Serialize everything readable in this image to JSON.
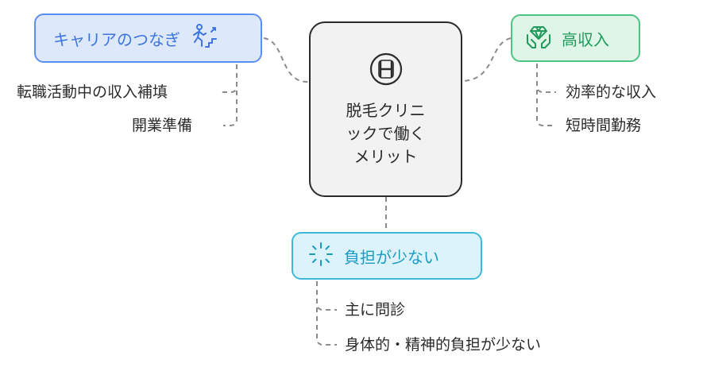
{
  "center": {
    "text": "脱毛クリニ\nックで働く\nメリット",
    "icon": "hospital-h-icon"
  },
  "career": {
    "label": "キャリアのつなぎ",
    "icon": "career-step-icon",
    "items": [
      "転職活動中の収入補填",
      "開業準備"
    ]
  },
  "income": {
    "label": "高収入",
    "icon": "diamond-hands-icon",
    "items": [
      "効率的な収入",
      "短時間勤務"
    ]
  },
  "burden": {
    "label": "負担が少ない",
    "icon": "sparkle-icon",
    "items": [
      "主に問診",
      "身体的・精神的負担が少ない"
    ]
  },
  "colors": {
    "career": "#5a8ef0",
    "income": "#4cc584",
    "burden": "#3cb9dc",
    "center": "#2b2b2b",
    "connector": "#8a8a8a"
  }
}
